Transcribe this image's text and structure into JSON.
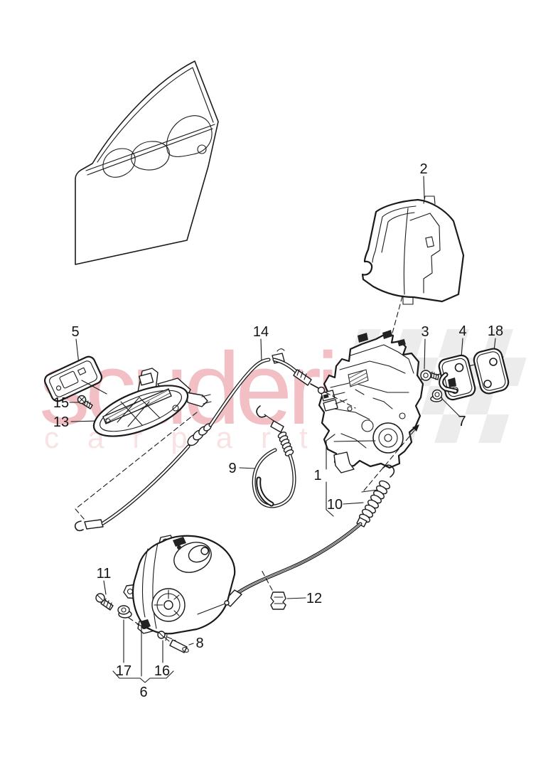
{
  "page": {
    "background": "#ffffff"
  },
  "watermark": {
    "title": "scuderia",
    "subtitle": "carparts",
    "title_color": "#f2c0c4",
    "subtitle_color": "#f9e2e4",
    "flag_color": "#dedede"
  },
  "diagram": {
    "line_color": "#1a1a1a",
    "callouts": [
      {
        "number": "2"
      },
      {
        "number": "5"
      },
      {
        "number": "14"
      },
      {
        "number": "15"
      },
      {
        "number": "13"
      },
      {
        "number": "3"
      },
      {
        "number": "4"
      },
      {
        "number": "18"
      },
      {
        "number": "7"
      },
      {
        "number": "9"
      },
      {
        "number": "1"
      },
      {
        "number": "10"
      },
      {
        "number": "11"
      },
      {
        "number": "12"
      },
      {
        "number": "8"
      },
      {
        "number": "17"
      },
      {
        "number": "16"
      },
      {
        "number": "6"
      }
    ]
  }
}
